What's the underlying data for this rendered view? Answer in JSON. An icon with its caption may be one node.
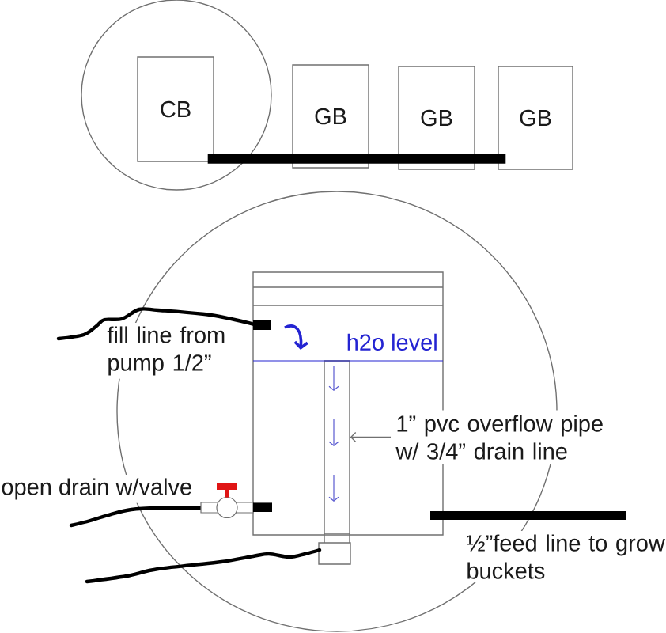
{
  "diagram": {
    "nodes": [
      {
        "text": [],
        "shape": "circle"
      },
      {
        "text": [
          "CB"
        ],
        "in": 0
      },
      {
        "text": [
          "GB"
        ]
      },
      {
        "text": [
          "GB"
        ]
      },
      {
        "text": [
          "GB"
        ]
      },
      {
        "text": [],
        "shape": "circle"
      },
      {
        "text": [
          "h2o level"
        ],
        "in": 5
      },
      {
        "text": [],
        "shape": "box",
        "in": 6
      },
      {
        "text": [
          "1” pvc overflow pipe w/ 3/4” drain line"
        ]
      }
    ],
    "edges": [
      {
        "from": 1,
        "to": 2,
        "arrow": "none"
      },
      {
        "from": 1,
        "to": 3,
        "arrow": "none"
      },
      {
        "from": 1,
        "to": 4,
        "arrow": "none"
      },
      {
        "from": 8,
        "to": 7,
        "arrow": "to",
        "color": "#707070"
      }
    ],
    "labels": [
      "fill line from pump 1/2”",
      "open drain w/valve",
      "½”feed line to grow buckets"
    ]
  }
}
